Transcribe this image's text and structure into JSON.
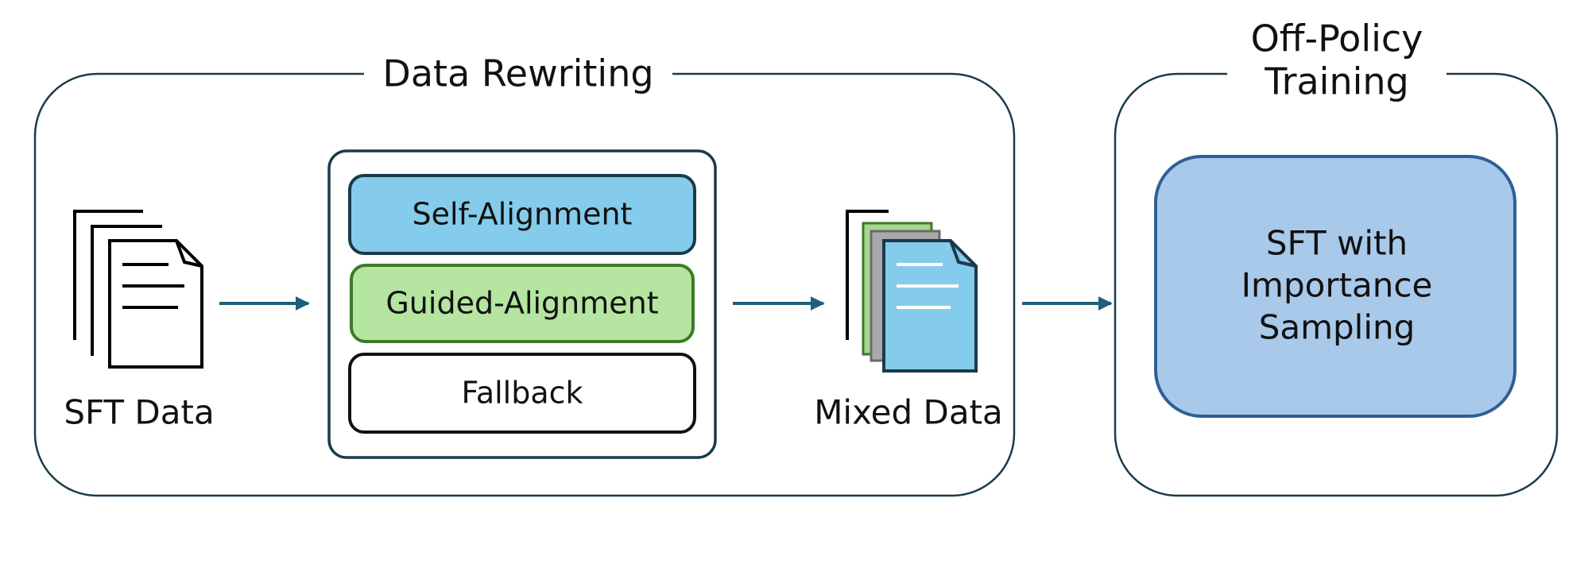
{
  "data_rewriting": {
    "title": "Data Rewriting",
    "sft_data_label": "SFT Data",
    "strategies": [
      "Self-Alignment",
      "Guided-Alignment",
      "Fallback"
    ],
    "mixed_data_label": "Mixed Data"
  },
  "off_policy": {
    "title_line1": "Off-Policy",
    "title_line2": "Training",
    "box_lines": [
      "SFT with",
      "Importance",
      "Sampling"
    ]
  },
  "colors": {
    "outline": "#1a3a4a",
    "arrow": "#1f5f7a",
    "self_alignment_fill": "#85cbeb",
    "guided_alignment_fill": "#b5e5a0",
    "guided_alignment_stroke": "#3b7a2a",
    "fallback_fill": "#ffffff",
    "sft_box_fill": "#a9c9ea",
    "sft_box_stroke": "#2f5f95",
    "doc_blue": "#85cbeb",
    "doc_green": "#a6d78e",
    "doc_grey": "#8c8c8c"
  }
}
